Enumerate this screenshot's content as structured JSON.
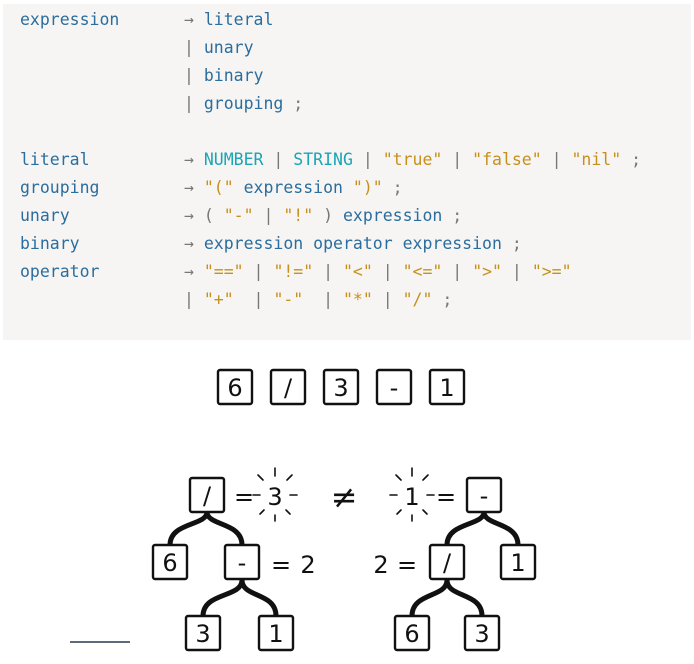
{
  "grammar": {
    "lines": [
      {
        "name": "expression",
        "parts": [
          [
            "→ ",
            "pn"
          ],
          [
            "literal",
            "kw"
          ]
        ]
      },
      {
        "name": "",
        "parts": [
          [
            "| ",
            "pn"
          ],
          [
            "unary",
            "kw"
          ]
        ]
      },
      {
        "name": "",
        "parts": [
          [
            "| ",
            "pn"
          ],
          [
            "binary",
            "kw"
          ]
        ]
      },
      {
        "name": "",
        "parts": [
          [
            "| ",
            "pn"
          ],
          [
            "grouping",
            "kw"
          ],
          [
            " ;",
            "pn"
          ]
        ]
      },
      {
        "name": "",
        "parts": []
      },
      {
        "name": "literal",
        "parts": [
          [
            "→ ",
            "pn"
          ],
          [
            "NUMBER",
            "ty"
          ],
          [
            " | ",
            "pn"
          ],
          [
            "STRING",
            "ty"
          ],
          [
            " | ",
            "pn"
          ],
          [
            "\"true\"",
            "st"
          ],
          [
            " | ",
            "pn"
          ],
          [
            "\"false\"",
            "st"
          ],
          [
            " | ",
            "pn"
          ],
          [
            "\"nil\"",
            "st"
          ],
          [
            " ;",
            "pn"
          ]
        ]
      },
      {
        "name": "grouping",
        "parts": [
          [
            "→ ",
            "pn"
          ],
          [
            "\"(\"",
            "st"
          ],
          [
            " ",
            "pn"
          ],
          [
            "expression",
            "kw"
          ],
          [
            " ",
            "pn"
          ],
          [
            "\")\"",
            "st"
          ],
          [
            " ;",
            "pn"
          ]
        ]
      },
      {
        "name": "unary",
        "parts": [
          [
            "→ ( ",
            "pn"
          ],
          [
            "\"-\"",
            "st"
          ],
          [
            " | ",
            "pn"
          ],
          [
            "\"!\"",
            "st"
          ],
          [
            " ) ",
            "pn"
          ],
          [
            "expression",
            "kw"
          ],
          [
            " ;",
            "pn"
          ]
        ]
      },
      {
        "name": "binary",
        "parts": [
          [
            "→ ",
            "pn"
          ],
          [
            "expression",
            "kw"
          ],
          [
            " ",
            "pn"
          ],
          [
            "operator",
            "kw"
          ],
          [
            " ",
            "pn"
          ],
          [
            "expression",
            "kw"
          ],
          [
            " ;",
            "pn"
          ]
        ]
      },
      {
        "name": "operator",
        "parts": [
          [
            "→ ",
            "pn"
          ],
          [
            "\"==\"",
            "st"
          ],
          [
            " | ",
            "pn"
          ],
          [
            "\"!=\"",
            "st"
          ],
          [
            " | ",
            "pn"
          ],
          [
            "\"<\"",
            "st"
          ],
          [
            " | ",
            "pn"
          ],
          [
            "\"<=\"",
            "st"
          ],
          [
            " | ",
            "pn"
          ],
          [
            "\">\"",
            "st"
          ],
          [
            " | ",
            "pn"
          ],
          [
            "\">=\"",
            "st"
          ]
        ]
      },
      {
        "name": "",
        "parts": [
          [
            "| ",
            "pn"
          ],
          [
            "\"+\"",
            "st"
          ],
          [
            "  | ",
            "pn"
          ],
          [
            "\"-\"",
            "st"
          ],
          [
            "  | ",
            "pn"
          ],
          [
            "\"*\"",
            "st"
          ],
          [
            " | ",
            "pn"
          ],
          [
            "\"/\"",
            "st"
          ],
          [
            " ;",
            "pn"
          ]
        ]
      }
    ]
  },
  "illustration": {
    "tokens": [
      "6",
      "/",
      "3",
      "-",
      "1"
    ],
    "left_tree": {
      "root": "/",
      "root_value": "3",
      "left": "6",
      "right": "-",
      "right_value": "2",
      "right_children": [
        "3",
        "1"
      ]
    },
    "not_equal": "≠",
    "equals": "=",
    "right_tree": {
      "root": "-",
      "root_value": "1",
      "left": "/",
      "left_value": "2",
      "right": "1",
      "left_children": [
        "6",
        "3"
      ]
    }
  }
}
